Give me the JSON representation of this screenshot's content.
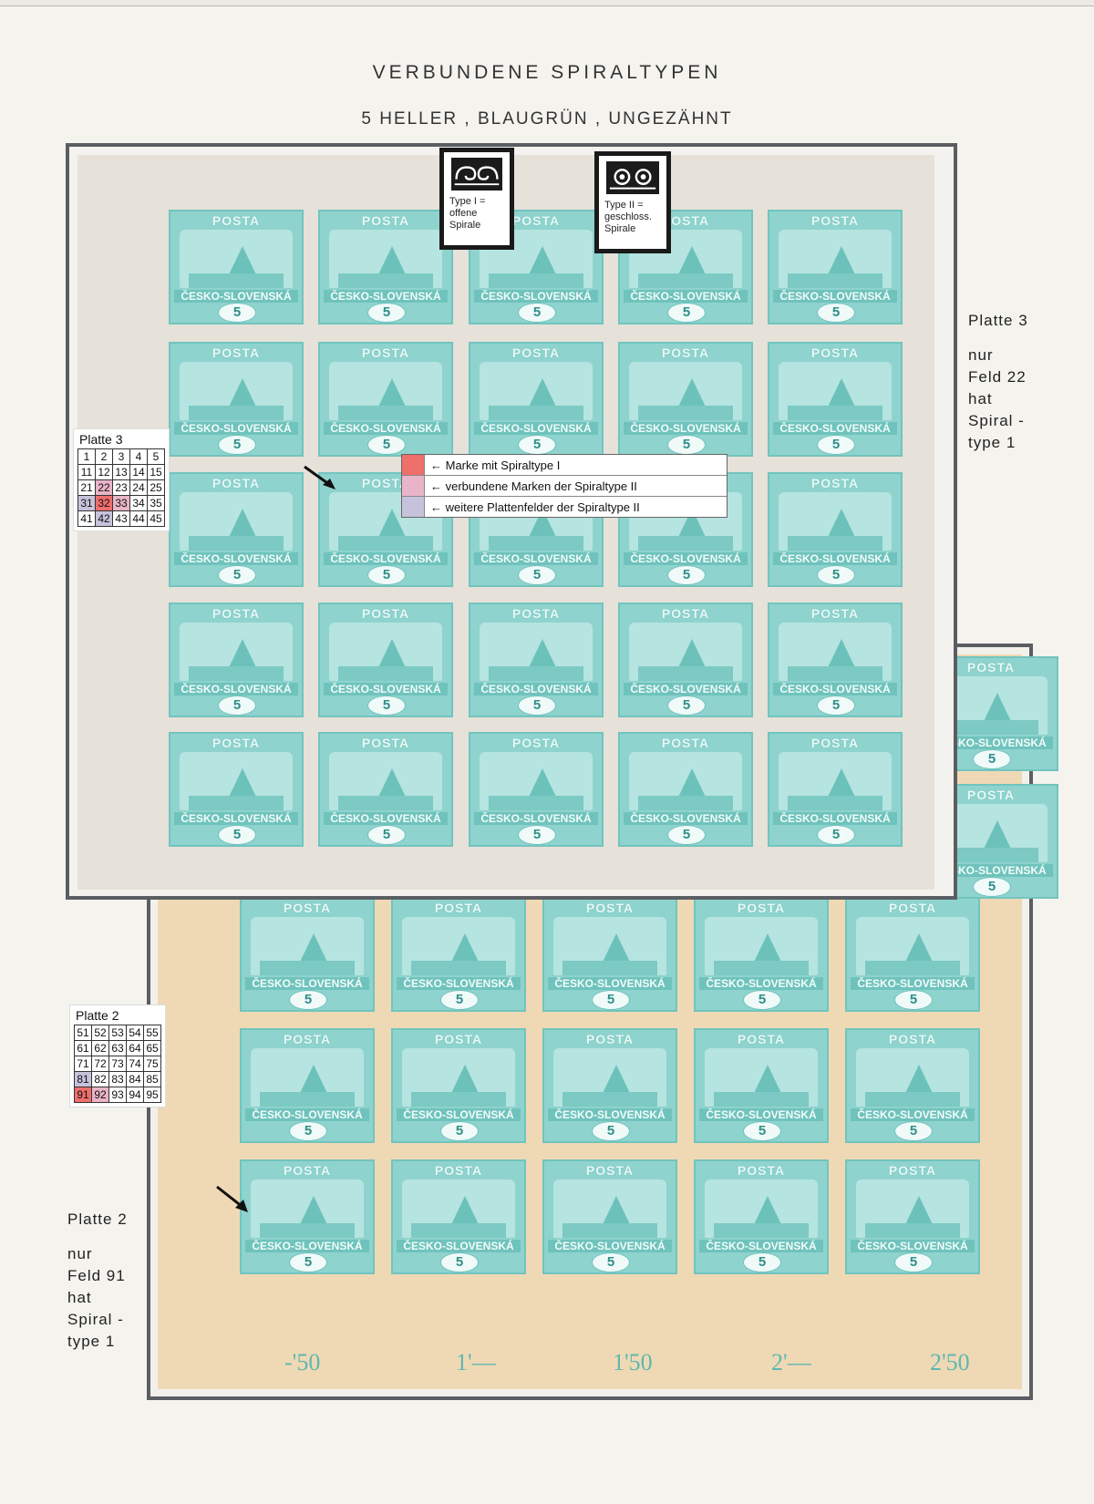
{
  "header": {
    "title": "VERBUNDENE   SPIRALTYPEN",
    "subtitle": "5 HELLER , BLAUGRÜN , UNGEZÄHNT"
  },
  "stamp": {
    "top_text": "POSTA",
    "country": "ČESKO-SLOVENSKÁ",
    "value": "5"
  },
  "type_labels": {
    "type1": [
      "Type I =",
      "offene",
      "Spirale"
    ],
    "type2": [
      "Type II =",
      "geschloss.",
      "Spirale"
    ]
  },
  "legend": {
    "items": [
      {
        "label": "← Marke mit Spiraltype I",
        "color": "#ee6f6c"
      },
      {
        "label": "← verbundene Marken der Spiraltype II",
        "color": "#e9b4c8"
      },
      {
        "label": "← weitere Plattenfelder der Spiraltype II",
        "color": "#c7c2dc"
      }
    ]
  },
  "plate3_table": {
    "name": "Platte 3",
    "rows": [
      [
        "1",
        "2",
        "3",
        "4",
        "5"
      ],
      [
        "11",
        "12",
        "13",
        "14",
        "15"
      ],
      [
        "21",
        "22",
        "23",
        "24",
        "25"
      ],
      [
        "31",
        "32",
        "33",
        "34",
        "35"
      ],
      [
        "41",
        "42",
        "43",
        "44",
        "45"
      ]
    ],
    "highlights": {
      "22": "pink",
      "32": "red",
      "33": "pink",
      "31": "lav",
      "42": "lav"
    }
  },
  "plate2_table": {
    "name": "Platte 2",
    "rows": [
      [
        "51",
        "52",
        "53",
        "54",
        "55"
      ],
      [
        "61",
        "62",
        "63",
        "64",
        "65"
      ],
      [
        "71",
        "72",
        "73",
        "74",
        "75"
      ],
      [
        "81",
        "82",
        "83",
        "84",
        "85"
      ],
      [
        "91",
        "92",
        "93",
        "94",
        "95"
      ]
    ],
    "highlights": {
      "81": "lav",
      "91": "red",
      "92": "pink"
    }
  },
  "note_plate3": [
    "Platte 3",
    "nur",
    "Feld 22",
    "hat",
    "Spiral -",
    "type 1"
  ],
  "note_plate2": [
    "Platte 2",
    "nur",
    "Feld 91",
    "hat",
    "Spiral -",
    "type 1"
  ],
  "margin_values": [
    "-'50",
    "1'—",
    "1'50",
    "2'—",
    "2'50"
  ],
  "colors": {
    "stamp_green": "#8fd3ce",
    "sheet_border": "#5a5e62",
    "lower_paper": "#efd9b4"
  }
}
